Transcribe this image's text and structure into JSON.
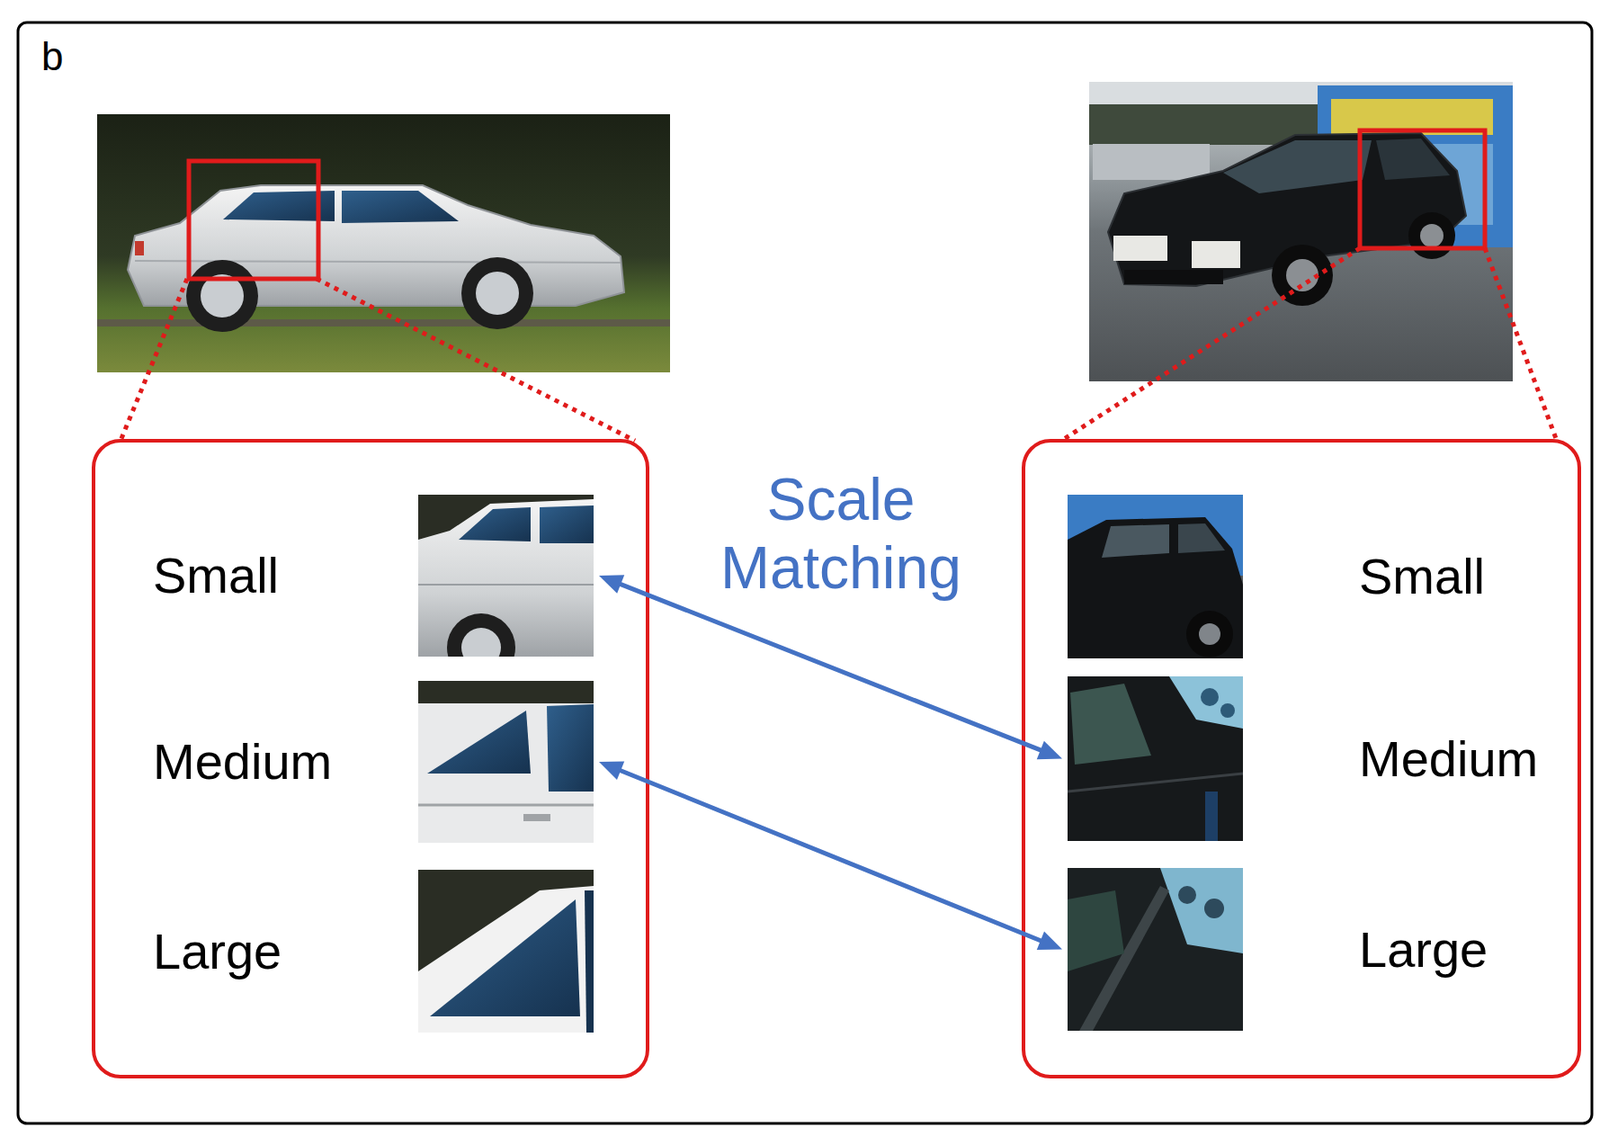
{
  "diagram": {
    "nodes": [
      {
        "text": [
          "Small"
        ]
      },
      {
        "text": [
          "Medium"
        ]
      },
      {
        "text": [
          "Large"
        ]
      },
      {
        "text": [
          "Small"
        ]
      },
      {
        "text": [
          "Medium"
        ]
      },
      {
        "text": [
          "Large"
        ]
      }
    ],
    "edges": [
      {
        "from": 0,
        "to": 4,
        "arrow": "both"
      },
      {
        "from": 1,
        "to": 5,
        "arrow": "both"
      }
    ],
    "labels": [
      "b",
      "Scale Matching"
    ]
  }
}
